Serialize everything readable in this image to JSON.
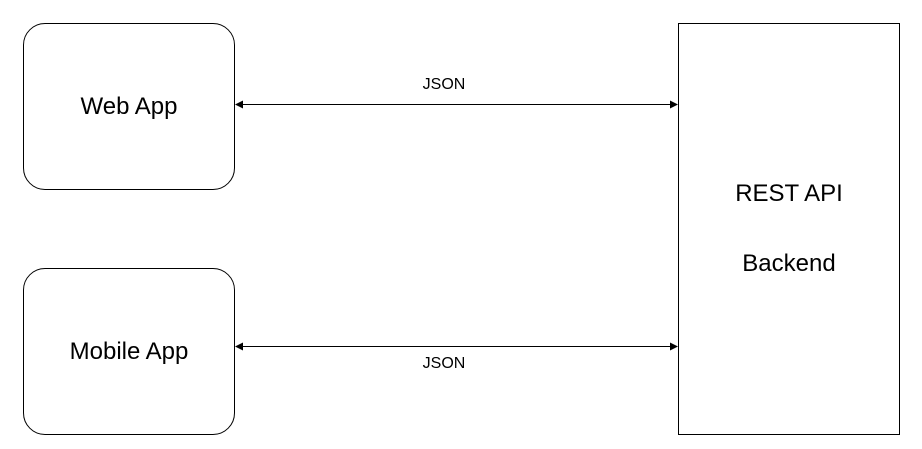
{
  "diagram": {
    "nodes": {
      "web_app": "Web App",
      "mobile_app": "Mobile App",
      "backend_line1": "REST API",
      "backend_line2": "Backend"
    },
    "edges": {
      "web_to_backend_label": "JSON",
      "mobile_to_backend_label": "JSON"
    },
    "colors": {
      "stroke": "#000000",
      "fill": "#ffffff"
    }
  }
}
